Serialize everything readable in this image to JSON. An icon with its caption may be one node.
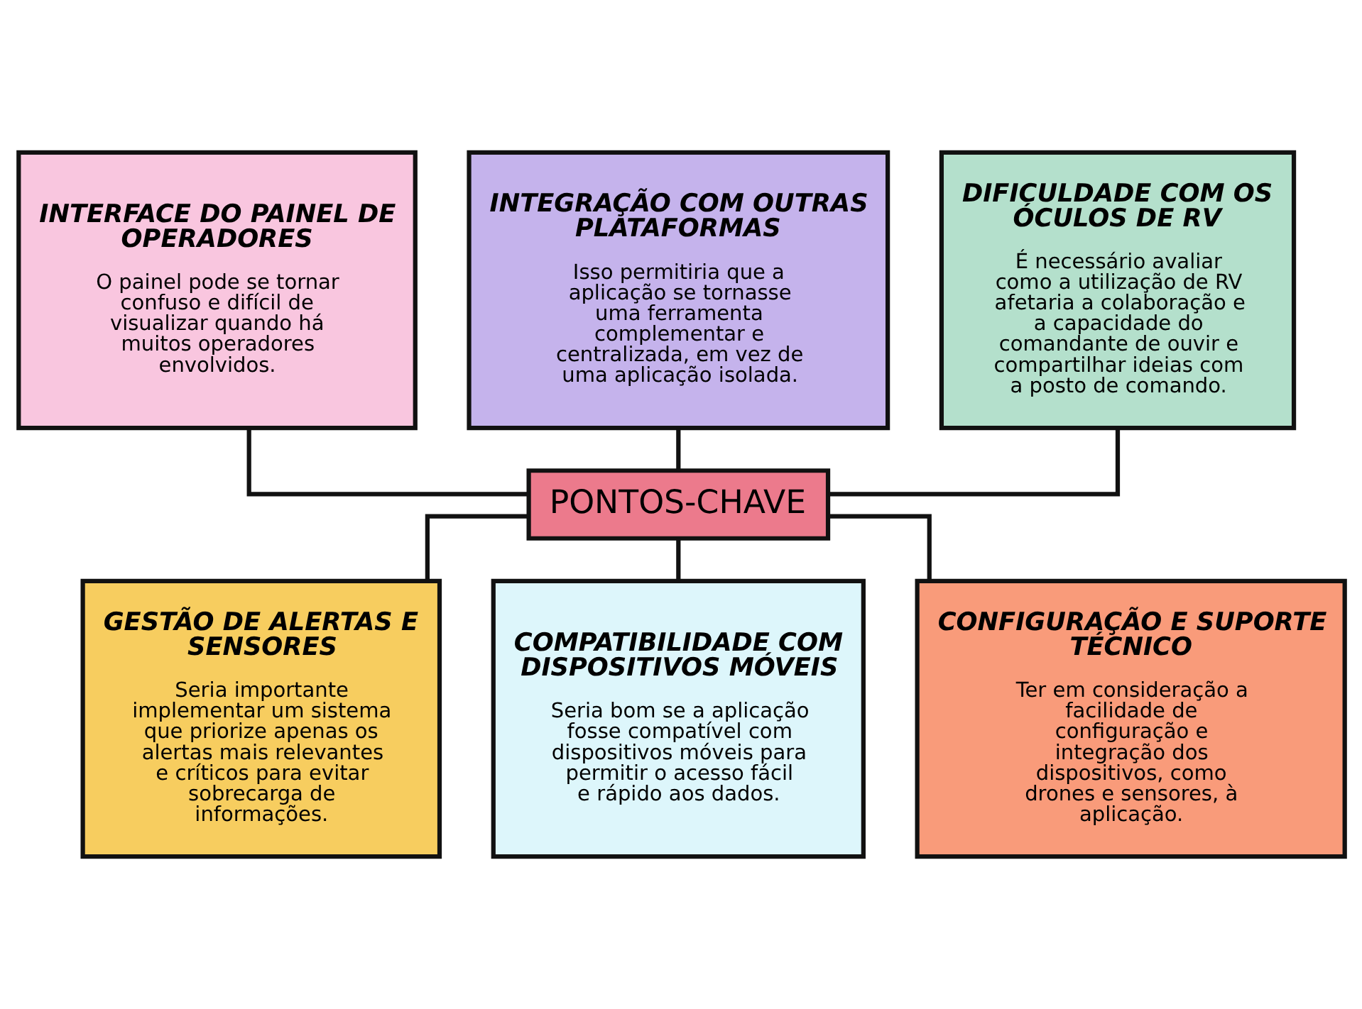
{
  "diagram": {
    "nodes": [
      {
        "text": [
          "INTERFACE DO PAINEL DE OPERADORES",
          "O painel pode se tornar confuso e difícil de visualizar quando há muitos operadores envolvidos."
        ]
      },
      {
        "text": [
          "INTEGRAÇÃO COM OUTRAS PLATAFORMAS",
          "Isso permitiria que a aplicação se tornasse uma ferramenta complementar e centralizada, em vez de uma aplicação isolada."
        ]
      },
      {
        "text": [
          "DIFICULDADE COM OS ÓCULOS DE RV",
          "É necessário avaliar como a utilização de RV afetaria a colaboração e a capacidade do comandante de ouvir e compartilhar ideias com a posto de comando."
        ]
      },
      {
        "text": [
          "PONTOS-CHAVE"
        ]
      },
      {
        "text": [
          "GESTÃO DE ALERTAS E SENSORES",
          "Seria importante implementar um sistema que priorize apenas os alertas mais relevantes e críticos para evitar sobrecarga de informações."
        ]
      },
      {
        "text": [
          "COMPATIBILIDADE COM DISPOSITIVOS MÓVEIS",
          "Seria bom se a aplicação fosse compatível com dispositivos móveis para permitir o acesso fácil e rápido aos dados."
        ]
      },
      {
        "text": [
          "CONFIGURAÇÃO E SUPORTE TÉCNICO",
          "Ter em consideração a facilidade de configuração e integração dos dispositivos, como drones e sensores, à aplicação."
        ]
      }
    ],
    "edges": [
      {
        "from": 0,
        "to": 3,
        "arrow": "none"
      },
      {
        "from": 1,
        "to": 3,
        "arrow": "none"
      },
      {
        "from": 2,
        "to": 3,
        "arrow": "none"
      },
      {
        "from": 3,
        "to": 4,
        "arrow": "none"
      },
      {
        "from": 3,
        "to": 5,
        "arrow": "none"
      },
      {
        "from": 3,
        "to": 6,
        "arrow": "none"
      }
    ]
  }
}
